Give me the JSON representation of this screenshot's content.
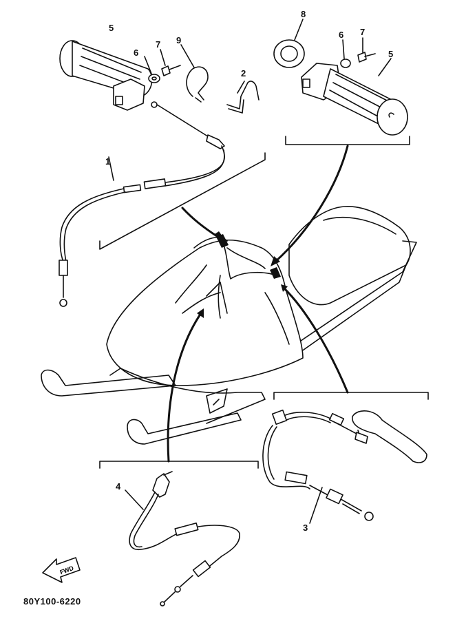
{
  "diagram": {
    "callouts": {
      "p5_left": "5",
      "p6_left": "6",
      "p7_left": "7",
      "p9": "9",
      "p2": "2",
      "p1": "1",
      "p8": "8",
      "p6_right": "6",
      "p7_right": "7",
      "p5_right": "5",
      "p4": "4",
      "p3": "3"
    },
    "arrow_text": "FWD",
    "doc_code": "80Y100-6220"
  }
}
